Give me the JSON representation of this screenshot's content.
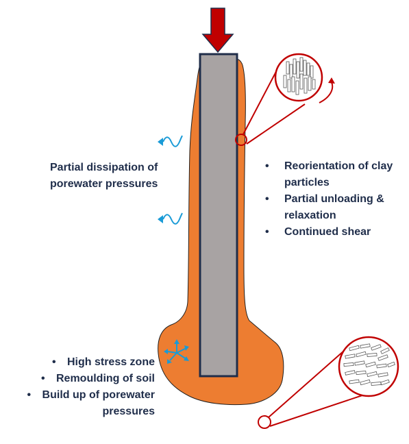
{
  "colors": {
    "soil": "#ed7d31",
    "pile_fill": "#a8a3a3",
    "pile_stroke": "#1f2d4a",
    "arrow_fill": "#c00000",
    "accent_red": "#c00000",
    "water_blue": "#1a9bd7",
    "text": "#1f2d4a"
  },
  "icons": {
    "load_arrow": "down-arrow-icon",
    "water_flow": "wavy-arrow-icon",
    "stress": "radiating-arrows-icon",
    "rotation": "curved-arrow-icon"
  },
  "labels": {
    "shaft_water": "Partial dissipation of porewater pressures",
    "shaft_points": [
      "Reorientation of clay particles",
      "Partial unloading & relaxation",
      "Continued shear"
    ],
    "base_points": [
      "High stress zone",
      "Remoulding of soil",
      "Build up of porewater pressures"
    ]
  }
}
